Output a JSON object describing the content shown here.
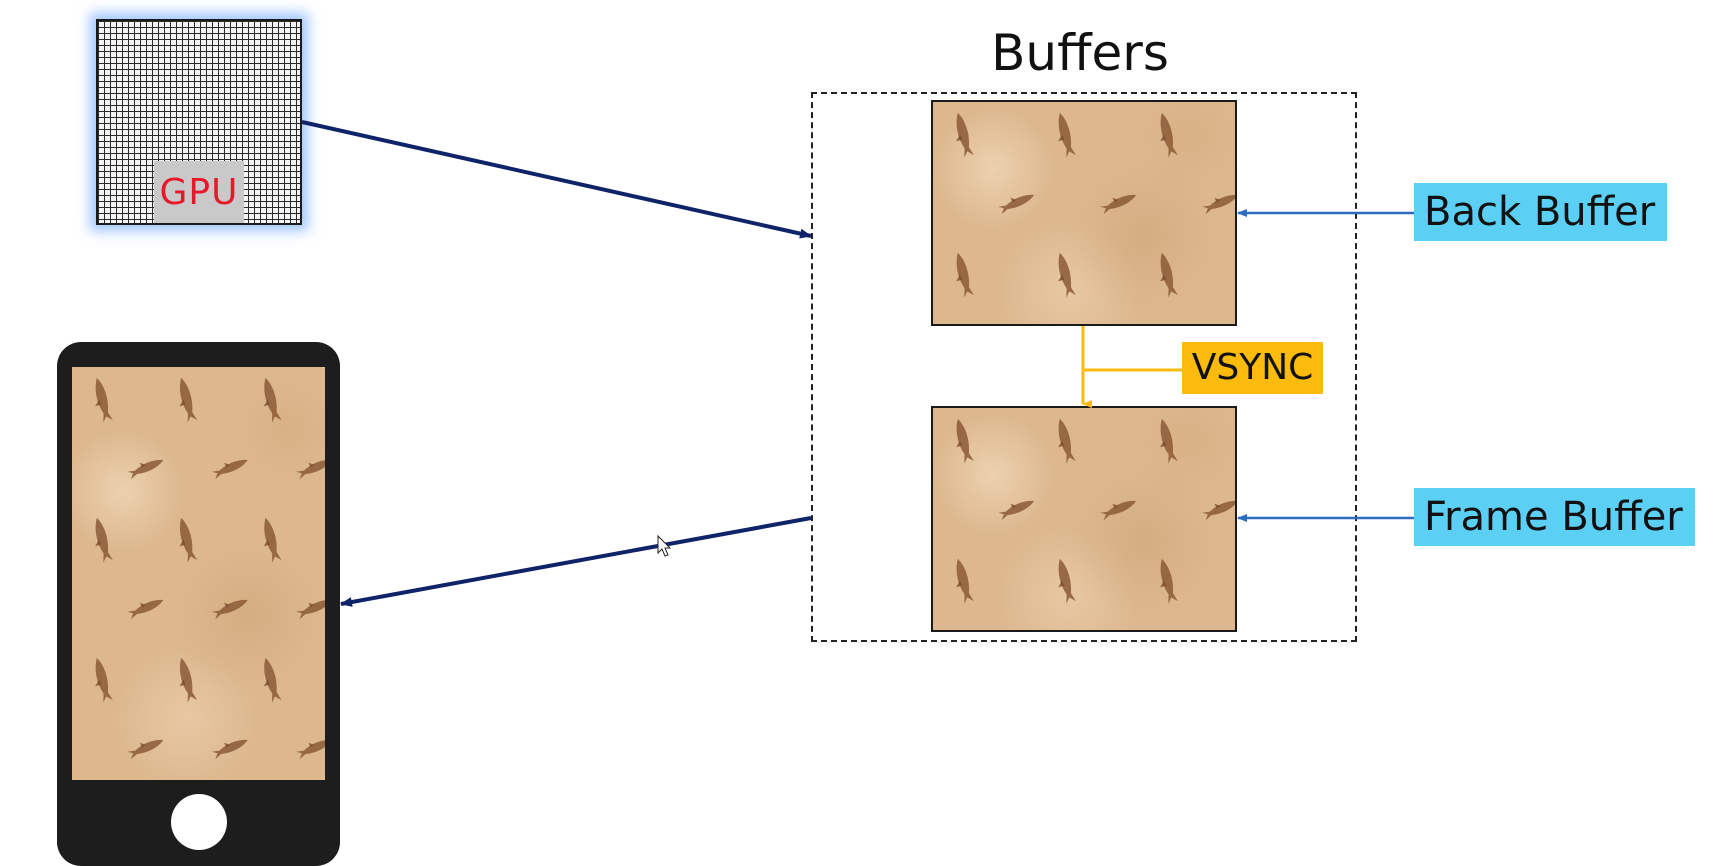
{
  "gpu": {
    "label": "GPU"
  },
  "buffers": {
    "title": "Buffers",
    "back_buffer_label": "Back Buffer",
    "frame_buffer_label": "Frame Buffer",
    "vsync_label": "VSYNC"
  },
  "colors": {
    "arrow_dark": "#0f2369",
    "arrow_blue": "#2c6cc0",
    "vsync": "#fbbb0c",
    "callout": "#5ccff5",
    "gpu_text": "#e8182a",
    "phone_body": "#1d1d1d",
    "sand": "#ddb88f"
  },
  "icons": [
    "gpu-chip-icon",
    "fish-fossil-image",
    "smartphone-icon",
    "mouse-cursor-icon"
  ]
}
